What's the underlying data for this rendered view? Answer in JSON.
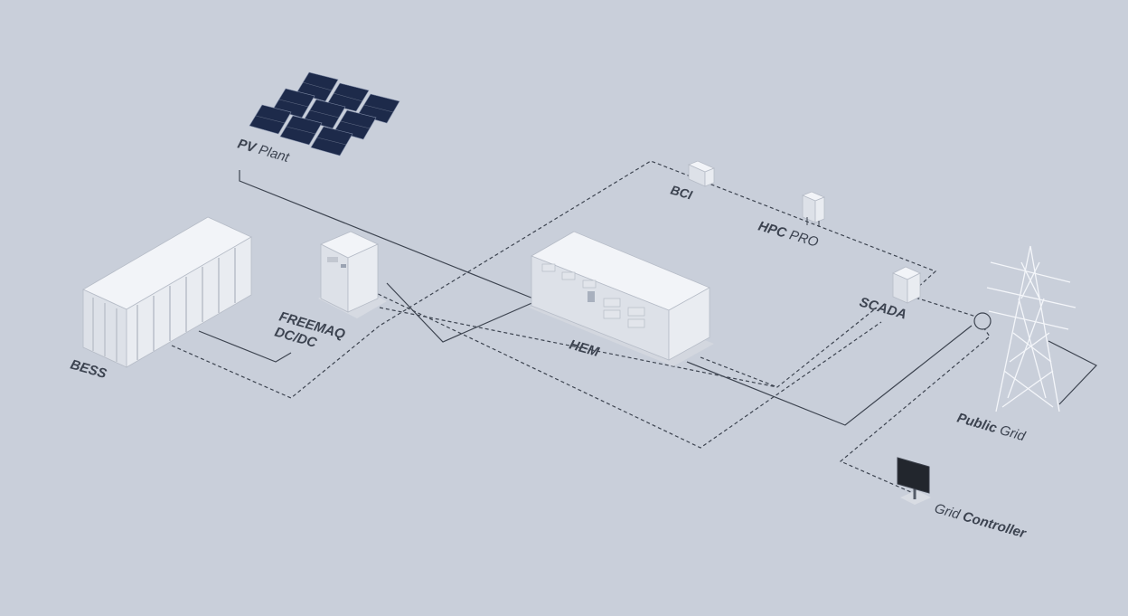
{
  "labels": {
    "pv_plant": {
      "bold": "PV",
      "light": "Plant"
    },
    "bess": {
      "bold": "BESS"
    },
    "freemaq": {
      "line1": "FREEMAQ",
      "line2": "DC/DC"
    },
    "hem": {
      "bold": "HEM"
    },
    "bci": {
      "bold": "BCI"
    },
    "hpc_pro": {
      "bold": "HPC",
      "light": "PRO"
    },
    "scada": {
      "bold": "SCADA"
    },
    "public_grid": {
      "bold": "Public",
      "light": "Grid"
    },
    "grid_controller": {
      "light": "Grid",
      "bold": "Controller"
    }
  },
  "colors": {
    "background": "#c9cfda",
    "line": "#3d4450",
    "text": "#3c4350",
    "panel": "#1d2a4a",
    "equipment": "#f2f4f8"
  },
  "icons": [
    "solar-panel-icon",
    "container-icon",
    "cabinet-icon",
    "tower-icon",
    "monitor-icon"
  ]
}
